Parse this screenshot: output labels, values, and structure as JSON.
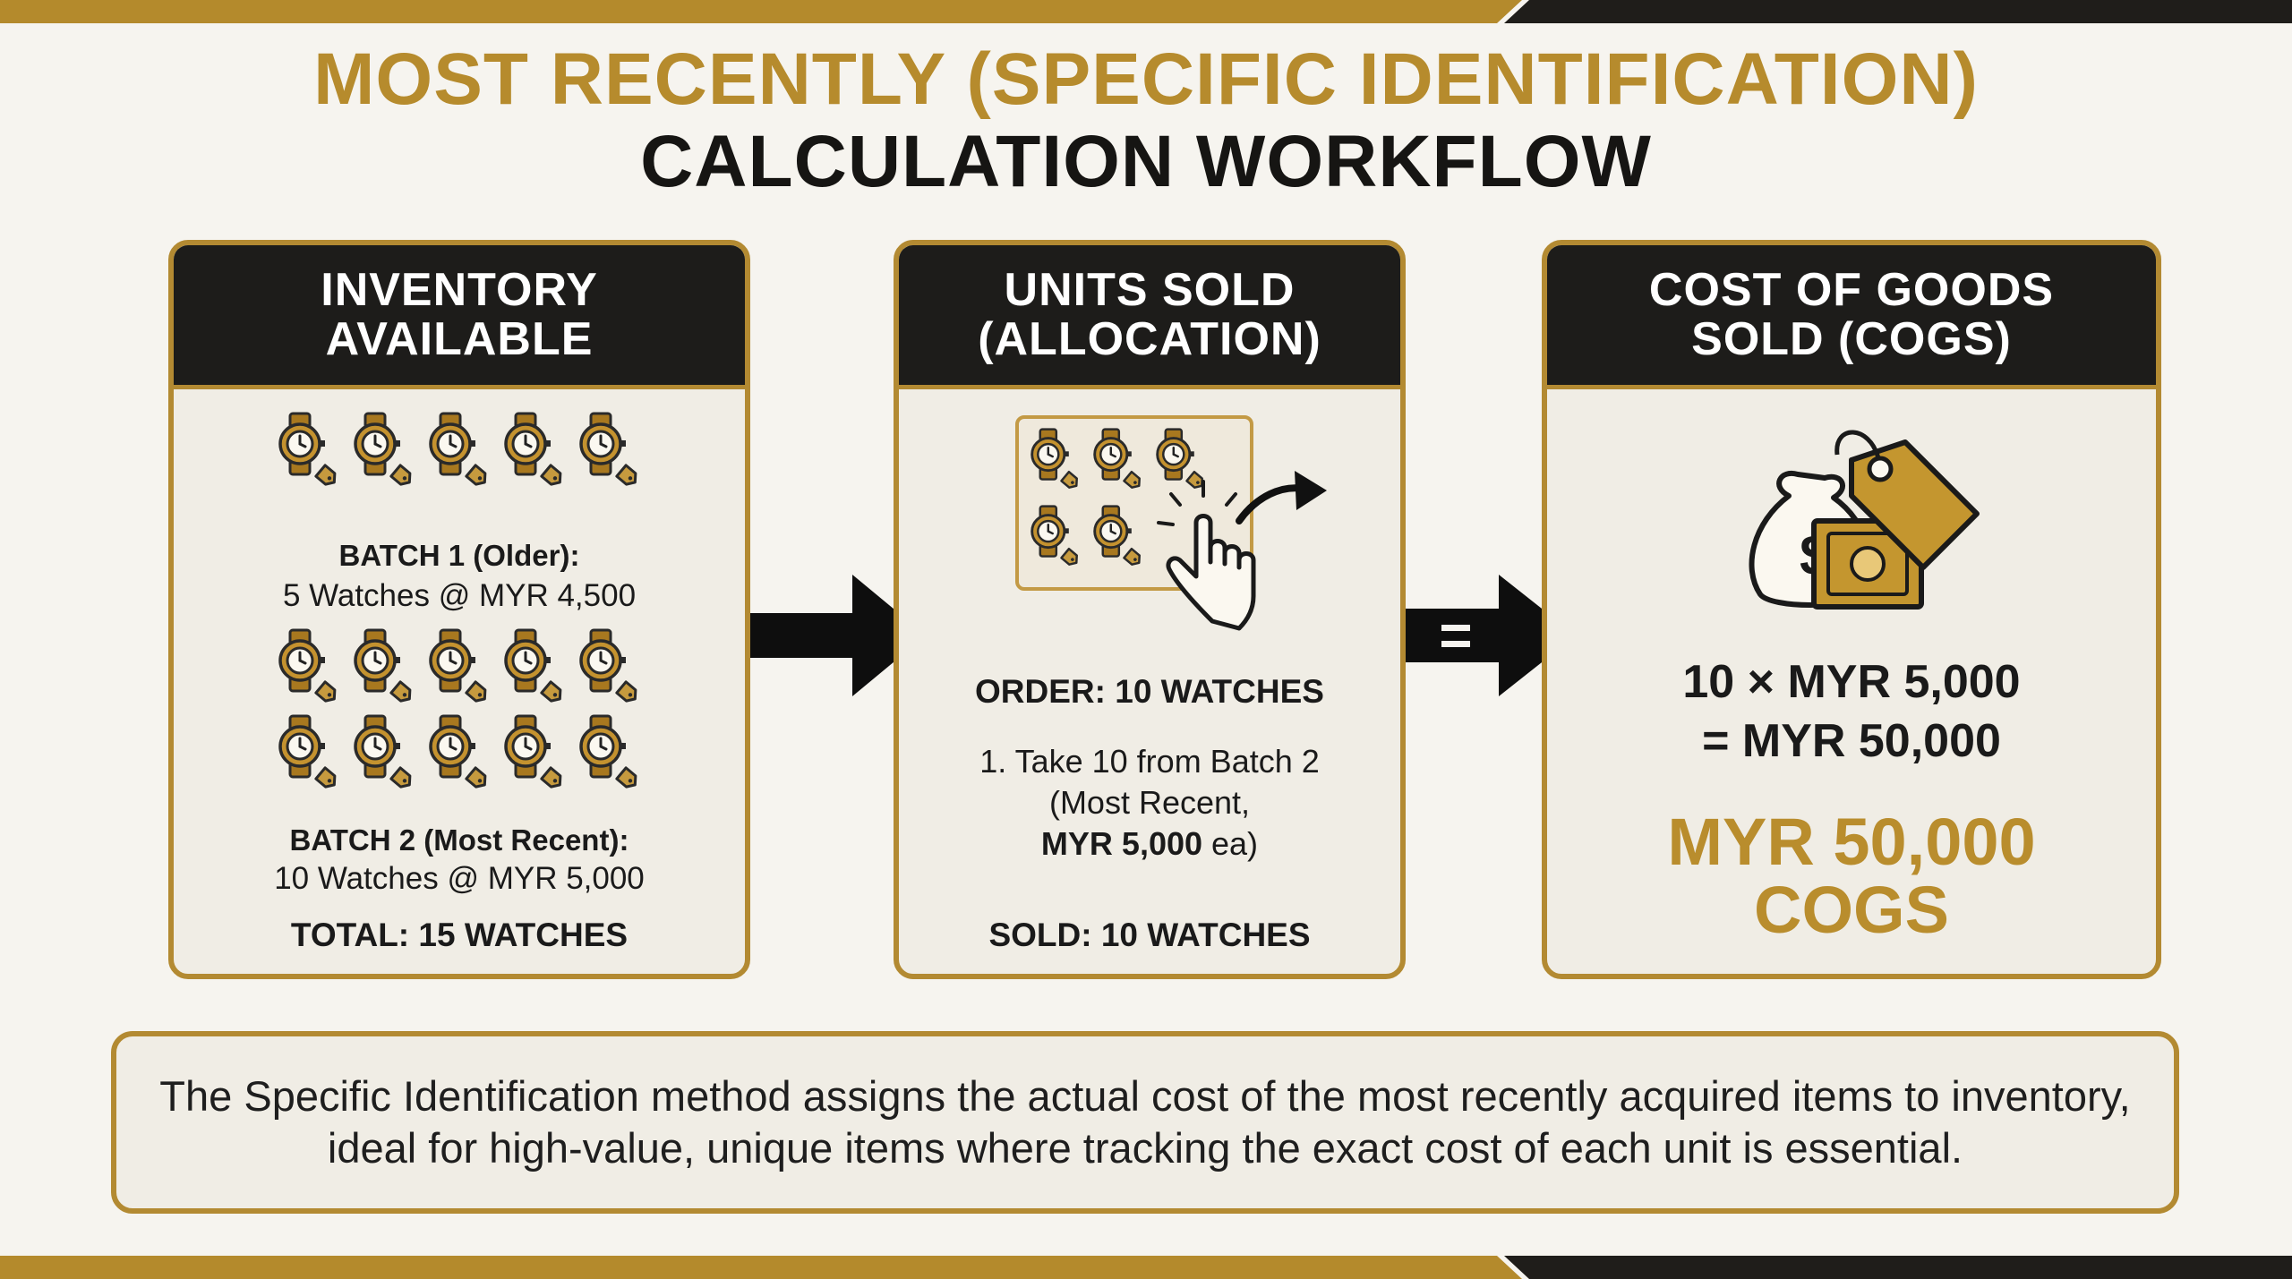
{
  "title": {
    "line1": "MOST RECENTLY (SPECIFIC IDENTIFICATION)",
    "line2": "CALCULATION WORKFLOW"
  },
  "colors": {
    "gold": "#b48a2c",
    "dark": "#1d1c1a",
    "background": "#f6f4ef"
  },
  "inventory": {
    "heading1": "INVENTORY",
    "heading2": "AVAILABLE",
    "batch1_label": "BATCH 1 (Older):",
    "batch1_detail": "5 Watches @ MYR 4,500",
    "batch1_count": 5,
    "batch2_label": "BATCH 2 (Most Recent):",
    "batch2_detail": "10 Watches @ MYR 5,000",
    "batch2_count": 10,
    "total": "TOTAL: 15 WATCHES",
    "icon": "watch-with-price-tag-icon"
  },
  "sold": {
    "heading1": "UNITS SOLD",
    "heading2": "(ALLOCATION)",
    "order": "ORDER: 10 WATCHES",
    "step_line1": "1. Take 10 from Batch 2",
    "step_line2": "(Most Recent,",
    "step_price": "MYR 5,000",
    "step_suffix": " ea)",
    "sold": "SOLD: 10 WATCHES",
    "icon": "hand-pointer-icon"
  },
  "cogs": {
    "heading1": "COST OF GOODS",
    "heading2": "SOLD (COGS)",
    "formula1": "10 × MYR 5,000",
    "formula2": "= MYR 50,000",
    "result1": "MYR 50,000",
    "result2": "COGS",
    "icon": "money-bag-price-tag-icon"
  },
  "note": "The Specific Identification method assigns the actual cost of the most recently acquired items to inventory, ideal for high-value, unique items where tracking the exact cost of each unit is essential."
}
